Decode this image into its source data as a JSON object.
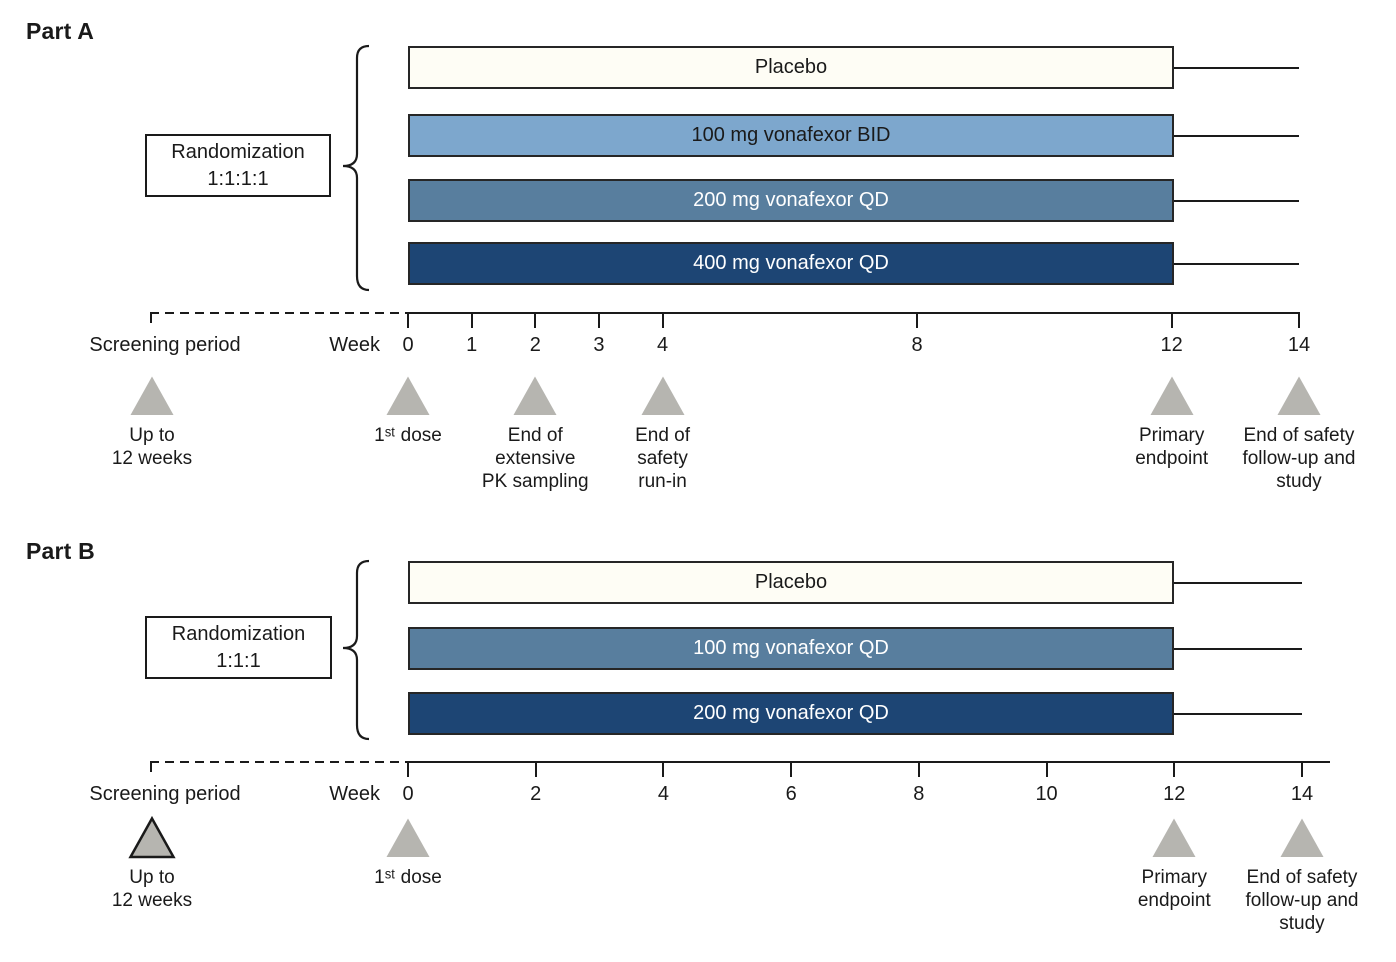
{
  "parts": [
    {
      "title": "Part A",
      "randomization": {
        "line1": "Randomization",
        "line2": "1:1:1:1"
      },
      "arms": [
        {
          "label": "Placebo",
          "fill": "#FEFDF5",
          "text_color": "#1A1A1A"
        },
        {
          "label": "100 mg vonafexor BID",
          "fill": "#7DA7CD",
          "text_color": "#1A1A1A"
        },
        {
          "label": "200 mg vonafexor QD",
          "fill": "#587E9E",
          "text_color": "#FFFFFF"
        },
        {
          "label": "400 mg vonafexor QD",
          "fill": "#1D4574",
          "text_color": "#FFFFFF"
        }
      ],
      "axis": {
        "screening_label": "Screening period",
        "week_label": "Week",
        "ticks": [
          0,
          1,
          2,
          3,
          4,
          8,
          12,
          14
        ]
      },
      "markers": [
        {
          "at": "screening",
          "outlined": false,
          "caption_lines": [
            "Up to",
            "12 weeks"
          ]
        },
        {
          "at": 0,
          "outlined": false,
          "caption_lines": [
            "1ˢᵗ dose"
          ]
        },
        {
          "at": 2,
          "outlined": false,
          "caption_lines": [
            "End of",
            "extensive",
            "PK sampling"
          ]
        },
        {
          "at": 4,
          "outlined": false,
          "caption_lines": [
            "End of",
            "safety",
            "run-in"
          ]
        },
        {
          "at": 12,
          "outlined": false,
          "caption_lines": [
            "Primary",
            "endpoint"
          ]
        },
        {
          "at": 14,
          "outlined": false,
          "caption_lines": [
            "End of safety",
            "follow-up and",
            "study"
          ]
        }
      ]
    },
    {
      "title": "Part B",
      "randomization": {
        "line1": "Randomization",
        "line2": "1:1:1"
      },
      "arms": [
        {
          "label": "Placebo",
          "fill": "#FEFDF5",
          "text_color": "#1A1A1A"
        },
        {
          "label": "100 mg vonafexor QD",
          "fill": "#587E9E",
          "text_color": "#FFFFFF"
        },
        {
          "label": "200 mg vonafexor QD",
          "fill": "#1D4574",
          "text_color": "#FFFFFF"
        }
      ],
      "axis": {
        "screening_label": "Screening period",
        "week_label": "Week",
        "ticks": [
          0,
          2,
          4,
          6,
          8,
          10,
          12,
          14
        ]
      },
      "markers": [
        {
          "at": "screening",
          "outlined": true,
          "caption_lines": [
            "Up to",
            "12 weeks"
          ]
        },
        {
          "at": 0,
          "outlined": false,
          "caption_lines": [
            "1ˢᵗ dose"
          ]
        },
        {
          "at": 12,
          "outlined": false,
          "caption_lines": [
            "Primary",
            "endpoint"
          ]
        },
        {
          "at": 14,
          "outlined": false,
          "caption_lines": [
            "End of safety",
            "follow-up and",
            "study"
          ]
        }
      ]
    }
  ],
  "colors": {
    "bar_border": "#262626",
    "axis_line": "#1A1A1A",
    "triangle_fill": "#B6B5B0",
    "triangle_outline": "#1A1A1A",
    "text": "#1A1A1A",
    "background": "#FFFFFF"
  }
}
